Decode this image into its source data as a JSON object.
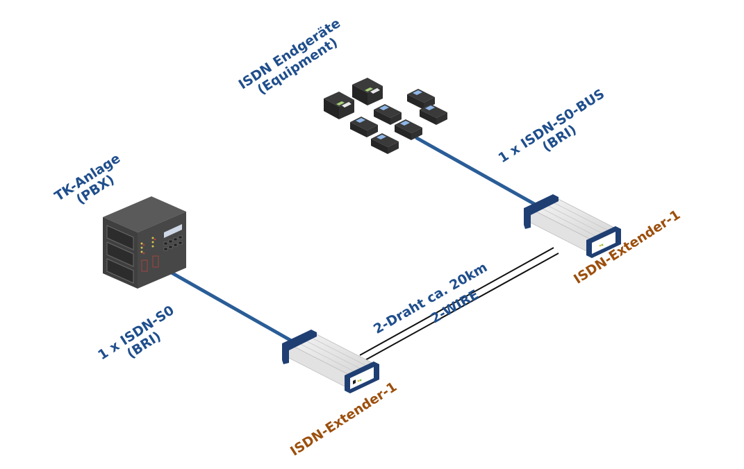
{
  "diagram": {
    "title": "ISDN-S0 Extender over 2-wire",
    "colors": {
      "label_blue": "#1f4e8c",
      "label_orange": "#9c4f0c",
      "isdn_cable": "#2a5d97",
      "copper_wire": "#111111",
      "device_frame": "#1f3f73",
      "pbx_body": "#4a4a4a"
    },
    "nodes": [
      {
        "id": "pbx",
        "type": "pbx",
        "label_lines": [
          "TK-Anlage",
          "(PBX)"
        ],
        "icon": "pbx-server-icon"
      },
      {
        "id": "terminals",
        "type": "isdn-terminals",
        "label_lines": [
          "ISDN Endgeräte",
          "(Equipment)"
        ],
        "icon": "phones-fax-icon",
        "fax_count": 2,
        "phone_count": 6
      },
      {
        "id": "extender_a",
        "type": "extender",
        "label": "ISDN-Extender-1",
        "icon": "extender-box-icon"
      },
      {
        "id": "extender_b",
        "type": "extender",
        "label": "ISDN-Extender-1",
        "icon": "extender-box-icon"
      }
    ],
    "links": [
      {
        "from": "pbx",
        "to": "extender_a",
        "kind": "isdn",
        "label_lines": [
          "1 x ISDN-S0",
          "(BRI)"
        ]
      },
      {
        "from": "terminals",
        "to": "extender_b",
        "kind": "isdn",
        "label_lines": [
          "1 x ISDN-S0-BUS",
          "(BRI)"
        ]
      },
      {
        "from": "extender_a",
        "to": "extender_b",
        "kind": "2-wire",
        "label_lines": [
          "2-Draht ca. 20km",
          "2-WIRE"
        ]
      }
    ]
  }
}
